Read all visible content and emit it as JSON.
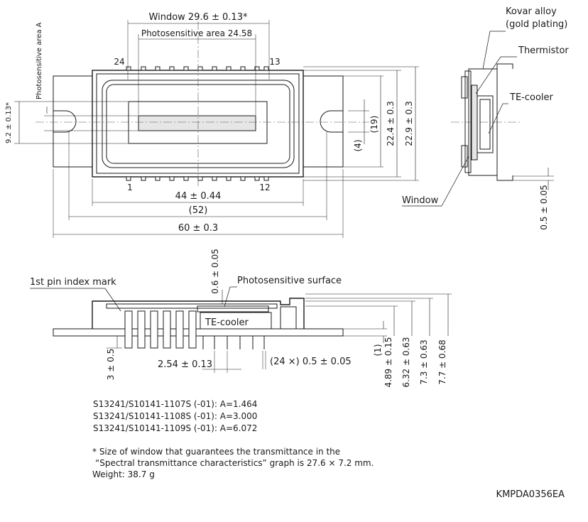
{
  "top_view": {
    "window_label": "Window 29.6 ± 0.13*",
    "photosensitive_area_label": "Photosensitive area 24.58",
    "photosensitive_area_a_label": "Photosensitive area A",
    "pin_24": "24",
    "pin_13": "13",
    "pin_1": "1",
    "pin_12": "12",
    "dim_92": "9.2 ± 0.13*",
    "dim_19": "(19)",
    "dim_4": "(4)",
    "dim_224": "22.4 ± 0.3",
    "dim_229": "22.9 ± 0.3",
    "dim_44": "44 ± 0.44",
    "dim_52": "(52)",
    "dim_60": "60 ± 0.3"
  },
  "side_view": {
    "kovar_label_1": "Kovar alloy",
    "kovar_label_2": "(gold plating)",
    "thermistor_label": "Thermistor",
    "tecooler_label": "TE-cooler",
    "window_label": "Window",
    "dim_05": "0.5 ± 0.05"
  },
  "front_view": {
    "dim_06": "0.6 ± 0.05",
    "photosensitive_surface_label": "Photosensitive surface",
    "pin_index_label": "1st pin index mark",
    "tecooler_label": "TE-cooler",
    "dim_3": "3 ± 0.5",
    "dim_254": "2.54 ± 0.13",
    "dim_pins": "(24 ×) 0.5 ± 0.05",
    "dim_1": "(1)",
    "dim_489": "4.89 ± 0.15",
    "dim_632": "6.32 ± 0.63",
    "dim_73": "7.3 ± 0.63",
    "dim_77": "7.7 ± 0.68"
  },
  "models": [
    "S13241/S10141-1107S (-01): A=1.464",
    "S13241/S10141-1108S (-01): A=3.000",
    "S13241/S10141-1109S (-01): A=6.072"
  ],
  "notes": {
    "line1": "* Size of window that guarantees the transmittance in the",
    "line2": "“Spectral transmittance characteristics” graph is 27.6 × 7.2 mm.",
    "weight": "Weight: 38.7 g"
  },
  "drawing_code": "KMPDA0356EA"
}
